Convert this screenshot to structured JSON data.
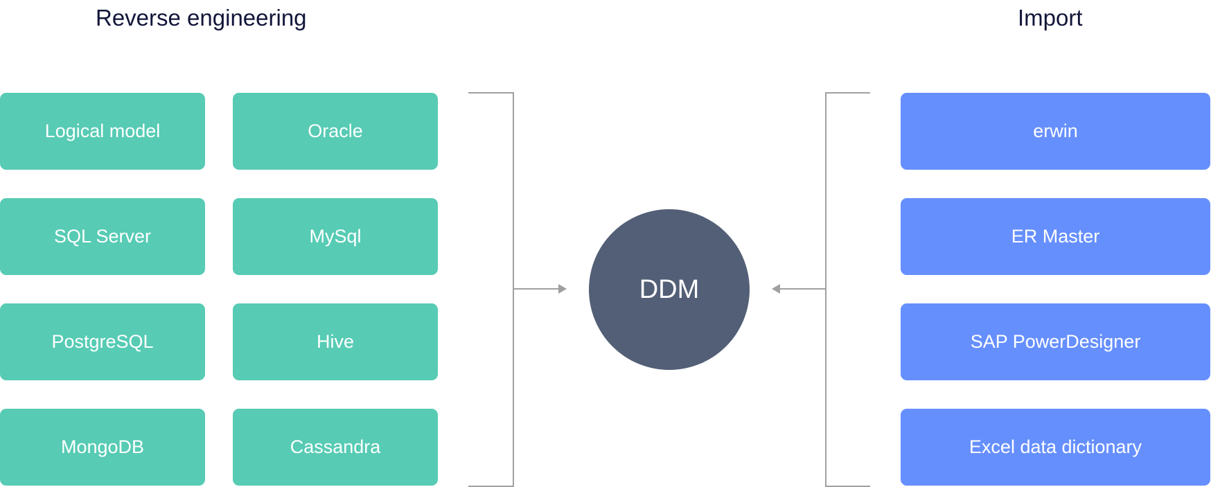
{
  "headings": {
    "reverse_engineering": "Reverse engineering",
    "import": "Import"
  },
  "reverse_engineering_sources": [
    "Logical model",
    "Oracle",
    "SQL Server",
    "MySql",
    "PostgreSQL",
    "Hive",
    "MongoDB",
    "Cassandra"
  ],
  "import_sources": [
    "erwin",
    "ER Master",
    "SAP PowerDesigner",
    "Excel data dictionary"
  ],
  "center": {
    "label": "DDM"
  },
  "colors": {
    "reverse_box": "#57cbb4",
    "import_box": "#668ffe",
    "center_node": "#535f76",
    "connector": "#a0a0a0",
    "heading_text": "#12163a"
  }
}
